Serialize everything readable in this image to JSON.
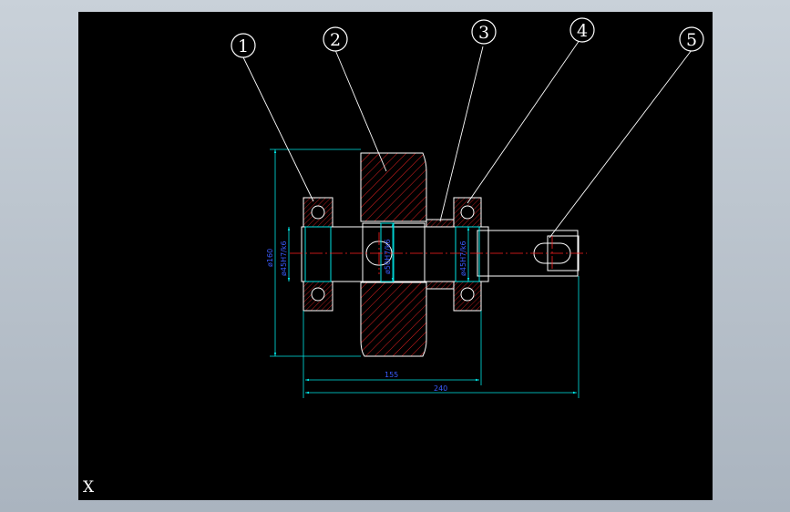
{
  "viewport": {
    "axis_indicator": "X"
  },
  "colors": {
    "background": "#000000",
    "outline": "#ffffff",
    "centerline": "#ff2020",
    "hatch": "#e02020",
    "leader": "#ffffff",
    "dimension_line": "#00e5e5",
    "dimension_text": "#3a5cff"
  },
  "balloons": [
    {
      "number": "1",
      "part": "bearing-left"
    },
    {
      "number": "2",
      "part": "gear"
    },
    {
      "number": "3",
      "part": "spacer-sleeve"
    },
    {
      "number": "4",
      "part": "bearing-right"
    },
    {
      "number": "5",
      "part": "shaft"
    }
  ],
  "dimensions": {
    "overall_diameter": "ø160",
    "bearing_left_bore": "ø45H7/k6",
    "gear_bore": "ø50H7/k6",
    "bearing_right_bore": "ø45H7/k6",
    "length_short": "155",
    "length_overall": "240"
  }
}
